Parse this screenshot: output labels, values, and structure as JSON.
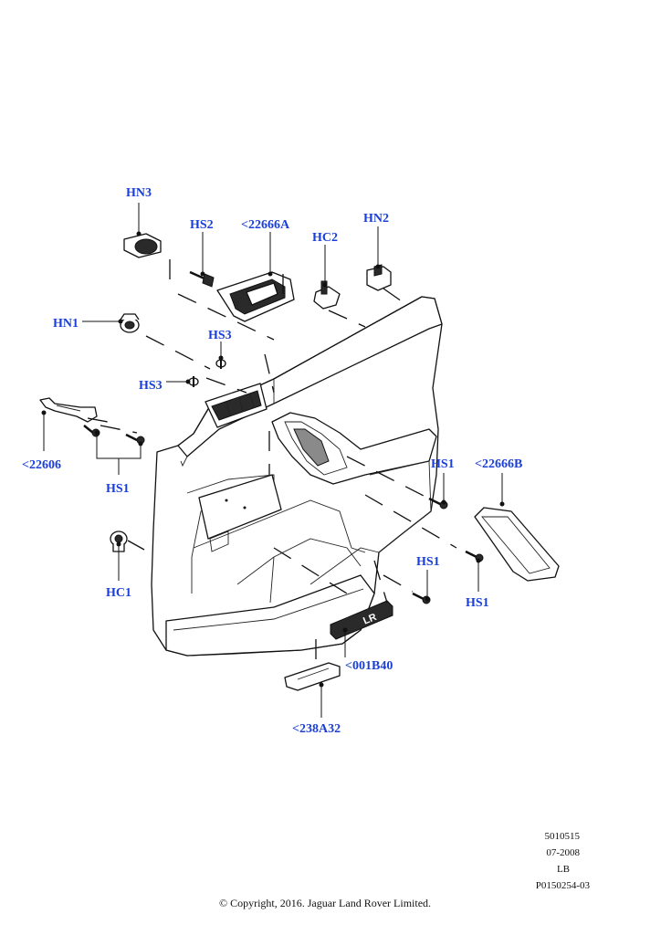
{
  "labels": {
    "hn3": "HN3",
    "hs2": "HS2",
    "p22666a": "<22666A",
    "hc2": "HC2",
    "hn2": "HN2",
    "hn1": "HN1",
    "hs3_upper": "HS3",
    "hs3_lower": "HS3",
    "p22606": "<22606",
    "hs1_left": "HS1",
    "hc1": "HC1",
    "hs1_right_upper": "HS1",
    "p22666b": "<22666B",
    "hs1_right_lower": "HS1",
    "hs1_bottom": "HS1",
    "p001b40": "<001B40",
    "p238a32": "<238A32"
  },
  "badge_text": "LR",
  "meta": {
    "code": "5010515",
    "date": "07-2008",
    "lang": "LB",
    "ref": "P0150254-03"
  },
  "copyright": "© Copyright, 2016. Jaguar Land Rover Limited.",
  "colors": {
    "label": "#1a3fd6",
    "line": "#111111"
  }
}
